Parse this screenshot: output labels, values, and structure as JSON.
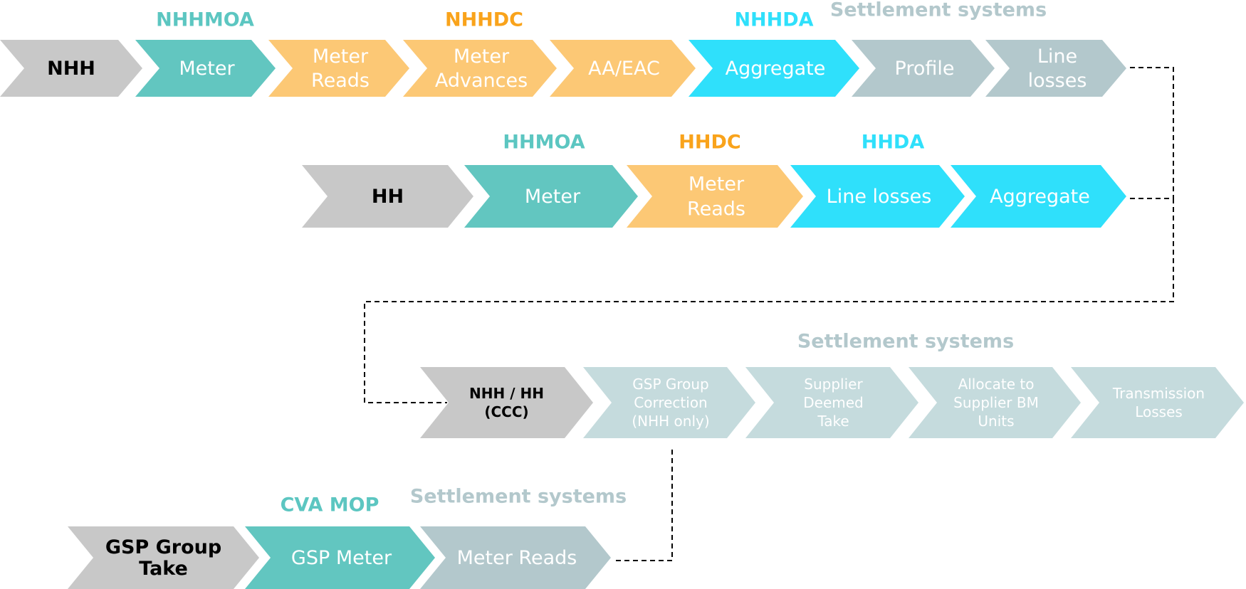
{
  "colors": {
    "gray": "#c8c8c8",
    "teal": "#62c6c0",
    "orange": "#fcc875",
    "cyan": "#2fe0fb",
    "slate": "#b3c8cc",
    "light_slate": "#c5dbdd",
    "text_white": "#ffffff",
    "text_dark": "#000000",
    "title_teal": "#5cc6c1",
    "title_orange": "#f9a31b",
    "title_cyan": "#2fe0fb",
    "title_slate": "#b3c8cc",
    "connector": "#000000"
  },
  "rows": [
    {
      "id": "nhh",
      "chevrons": [
        {
          "lines": [
            "NHH"
          ],
          "color": "gray",
          "bold": true
        },
        {
          "lines": [
            "Meter"
          ],
          "color": "teal"
        },
        {
          "lines": [
            "Meter",
            "Reads"
          ],
          "color": "orange"
        },
        {
          "lines": [
            "Meter",
            "Advances"
          ],
          "color": "orange"
        },
        {
          "lines": [
            "AA/EAC"
          ],
          "color": "orange"
        },
        {
          "lines": [
            "Aggregate"
          ],
          "color": "cyan"
        },
        {
          "lines": [
            "Profile"
          ],
          "color": "slate"
        },
        {
          "lines": [
            "Line",
            "losses"
          ],
          "color": "slate"
        }
      ],
      "group_titles": [
        {
          "text": "NHHMOA",
          "color": "title_teal"
        },
        {
          "text": "NHHDC",
          "color": "title_orange"
        },
        {
          "text": "NHHDA",
          "color": "title_cyan"
        },
        {
          "text": "Settlement systems",
          "color": "title_slate"
        }
      ]
    },
    {
      "id": "hh",
      "chevrons": [
        {
          "lines": [
            "HH"
          ],
          "color": "gray",
          "bold": true
        },
        {
          "lines": [
            "Meter"
          ],
          "color": "teal"
        },
        {
          "lines": [
            "Meter",
            "Reads"
          ],
          "color": "orange"
        },
        {
          "lines": [
            "Line losses"
          ],
          "color": "cyan"
        },
        {
          "lines": [
            "Aggregate"
          ],
          "color": "cyan"
        }
      ],
      "group_titles": [
        {
          "text": "HHMOA",
          "color": "title_teal"
        },
        {
          "text": "HHDC",
          "color": "title_orange"
        },
        {
          "text": "HHDA",
          "color": "title_cyan"
        }
      ]
    },
    {
      "id": "ccc",
      "chevrons": [
        {
          "lines": [
            "NHH  / HH",
            "(CCC)"
          ],
          "color": "gray",
          "bold": true
        },
        {
          "lines": [
            "GSP Group",
            "Correction",
            "(NHH only)"
          ],
          "color": "light_slate"
        },
        {
          "lines": [
            "Supplier",
            "Deemed",
            "Take"
          ],
          "color": "light_slate"
        },
        {
          "lines": [
            "Allocate to",
            "Supplier BM",
            "Units"
          ],
          "color": "light_slate"
        },
        {
          "lines": [
            "Transmission",
            "Losses"
          ],
          "color": "light_slate"
        }
      ],
      "group_titles": [
        {
          "text": "Settlement systems",
          "color": "title_slate"
        }
      ]
    },
    {
      "id": "gsp",
      "chevrons": [
        {
          "lines": [
            "GSP Group",
            "Take"
          ],
          "color": "gray",
          "bold": true
        },
        {
          "lines": [
            "GSP Meter"
          ],
          "color": "teal"
        },
        {
          "lines": [
            "Meter  Reads"
          ],
          "color": "slate"
        }
      ],
      "group_titles": [
        {
          "text": "CVA MOP",
          "color": "title_teal"
        },
        {
          "text": "Settlement systems",
          "color": "title_slate"
        }
      ]
    }
  ]
}
